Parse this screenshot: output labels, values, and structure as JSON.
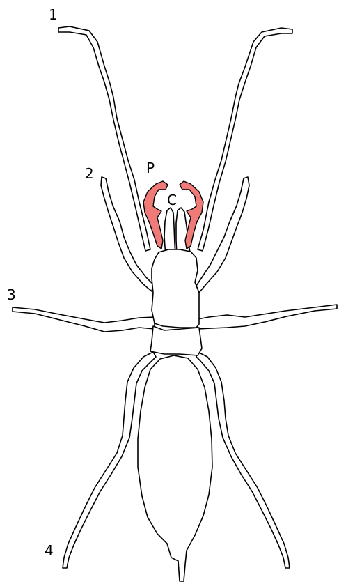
{
  "diagram": {
    "labels": {
      "leg1": "1",
      "leg2": "2",
      "leg3": "3",
      "leg4": "4",
      "pedipalp": "P",
      "chelicerae": "C"
    },
    "colors": {
      "pedipalp_fill": "#f07a78",
      "outline": "#000000",
      "background": "#ffffff"
    }
  }
}
